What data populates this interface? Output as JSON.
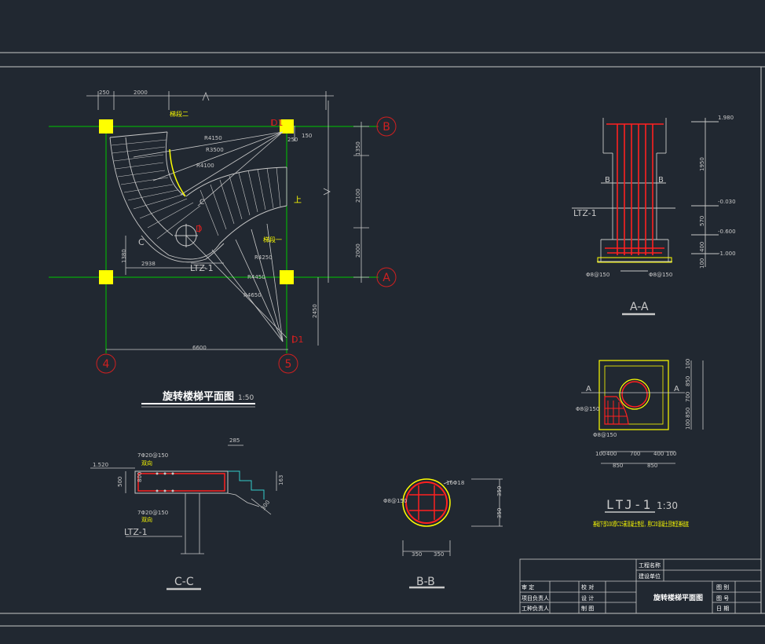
{
  "colors": {
    "background": "#212831",
    "line": "#c8c8c8",
    "grid": "#00c800",
    "column": "#ffff00",
    "rebar": "#ff2020",
    "circle_label": "#d02020",
    "cyan": "#33cccc",
    "yellow_text": "#ffff00"
  },
  "plan": {
    "title": "旋转楼梯平面图",
    "scale": "1:50",
    "axes": {
      "top_right": "B",
      "bottom_right": "A",
      "bottom_left": "4",
      "bottom_mid": "5"
    },
    "dims": {
      "top_a": "250",
      "top_b": "2000",
      "right_1": "1350",
      "right_2": "2100",
      "right_3": "2000",
      "bottom": "6600",
      "bottom_left_dim": "2938",
      "left_dim": "1380",
      "lower_right": "2450",
      "small_1": "250",
      "small_2": "150"
    },
    "radii": [
      "R4150",
      "R3500",
      "R4100",
      "R4250",
      "R4450",
      "R4650"
    ],
    "labels": {
      "flight_2": "梯段二",
      "flight_1": "梯段一",
      "column": "LTZ-1",
      "up": "上",
      "section_c": "C",
      "section_b": "B",
      "section_d": "D",
      "section_d1": "D1"
    }
  },
  "section_aa": {
    "title": "A-A",
    "labels": {
      "ltz": "LTZ-1",
      "b": "B",
      "rebar_left": "Φ8@150",
      "rebar_right": "Φ8@150"
    },
    "levels": [
      "1.980",
      "-0.030",
      "-0.600",
      "-1.000"
    ],
    "dims": [
      "1950",
      "570",
      "400",
      "100"
    ]
  },
  "ltj": {
    "title": "LTJ-1",
    "scale": "1:30",
    "note": "基础下部100厚C15素混凝土垫层，用C20混凝土回填至基础底",
    "labels": {
      "a_left": "A",
      "a_right": "A",
      "rebar_1": "Φ8@150",
      "rebar_2": "Φ8@150"
    },
    "dims_bottom": [
      "100",
      "400",
      "700",
      "400",
      "100"
    ],
    "dims_bottom2": [
      "850",
      "850"
    ],
    "dims_right": [
      "100",
      "850",
      "700",
      "850",
      "100"
    ]
  },
  "section_cc": {
    "title": "C-C",
    "labels": {
      "level": "1.520",
      "top_rebar": "7Φ20@150",
      "top_note": "双向",
      "bot_rebar": "7Φ20@150",
      "bot_note": "双向",
      "ltz": "LTZ-1",
      "dim_top": "285",
      "dim_left": "500",
      "dim_left2": "800",
      "dim_right": "163",
      "dim_stair": "300"
    }
  },
  "section_bb": {
    "title": "B-B",
    "labels": {
      "rebar": "16Φ18",
      "stirrup": "Φ8@150",
      "dims": [
        "350",
        "350"
      ],
      "dims_v": [
        "350",
        "350"
      ]
    }
  },
  "title_block": {
    "project_label": "工程名称",
    "sub_label": "建设单位",
    "drawing_title": "旋转楼梯平面图",
    "rows": [
      [
        "审  定",
        "校  对",
        "图 别"
      ],
      [
        "项目负责人",
        "设  计",
        "图 号"
      ],
      [
        "工种负责人",
        "制  图",
        "日 期"
      ]
    ]
  }
}
